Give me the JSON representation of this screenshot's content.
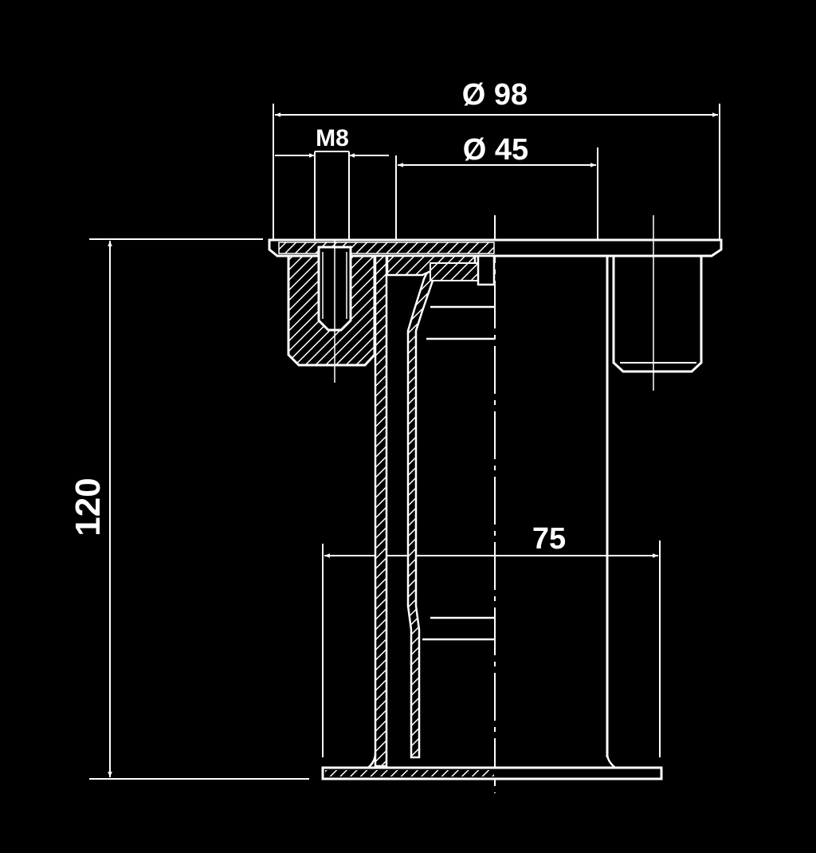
{
  "colors": {
    "background": "#000000",
    "line": "#ffffff",
    "hatch": "#ffffff"
  },
  "dimensions": {
    "outer_diameter": "Ø 98",
    "inner_diameter": "Ø 45",
    "thread": "M8",
    "height": "120",
    "base_width": "75"
  }
}
